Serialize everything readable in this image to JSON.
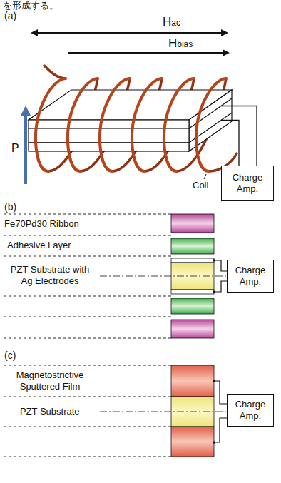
{
  "diagram": {
    "nodes": [
      {
        "text": [
          "Charge Amp."
        ]
      },
      {
        "text": [
          "Charge Amp."
        ]
      },
      {
        "text": [
          "Charge Amp."
        ]
      }
    ],
    "labels": [
      "を形成する。",
      "(a)",
      "Hac",
      "Hbias",
      "P",
      "Coil",
      "(b)",
      "Fe70Pd30 Ribbon",
      "Adhesive Layer",
      "PZT Substrate with Ag Electrodes",
      "(c)",
      "Magnetostrictive Sputtered Film",
      "PZT Substrate"
    ]
  }
}
